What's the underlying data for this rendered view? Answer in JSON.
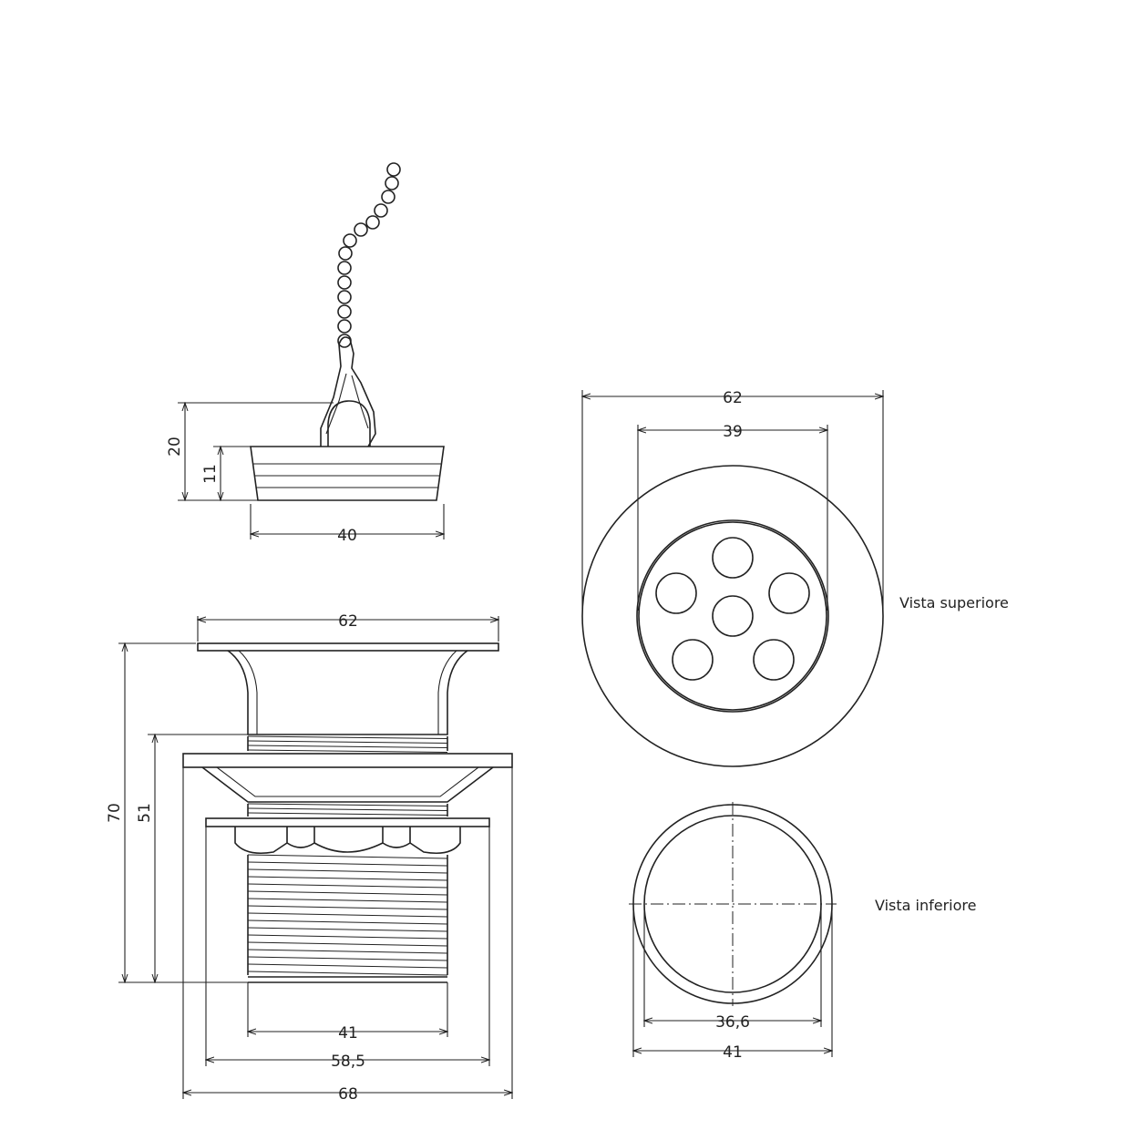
{
  "dimensions": {
    "plug_height": "20",
    "plug_body_height": "11",
    "plug_width": "40",
    "flange_width": "62",
    "total_height": "70",
    "thread_height": "51",
    "thread_diameter": "41",
    "nut_width": "58,5",
    "washer_width": "68",
    "top_outer_diameter": "62",
    "top_grate_diameter": "39",
    "bottom_inner_diameter": "36,6",
    "bottom_outer_diameter": "41"
  },
  "labels": {
    "top_view": "Vista superiore",
    "bottom_view": "Vista inferiore"
  }
}
